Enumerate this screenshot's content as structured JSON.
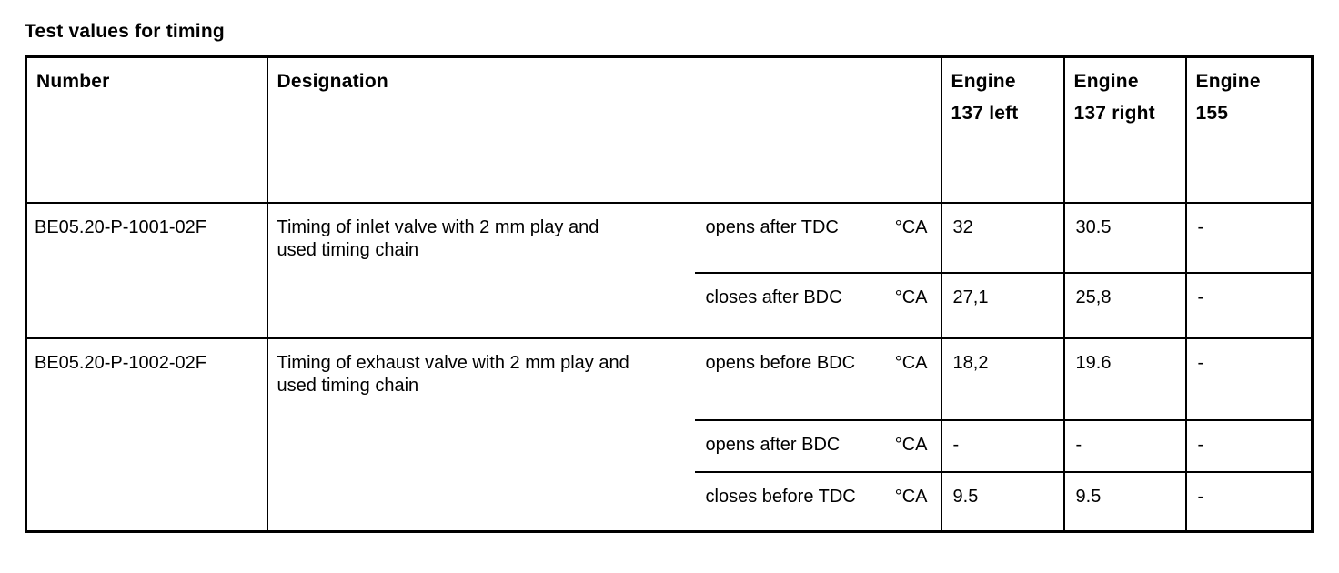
{
  "title": "Test values for timing",
  "table": {
    "headers": {
      "number": "Number",
      "designation": "Designation",
      "engine_137_left": "Engine\n137 left",
      "engine_137_right": "Engine\n137 right",
      "engine_155": "Engine\n155"
    },
    "rows": [
      {
        "number": "BE05.20-P-1001-02F",
        "designation": "Timing of inlet valve with 2 mm play and\nused timing chain",
        "entries": [
          {
            "condition": "opens after TDC",
            "unit": "°CA",
            "engine_137_left": "32",
            "engine_137_right": "30.5",
            "engine_155": "-"
          },
          {
            "condition": "closes after BDC",
            "unit": "°CA",
            "engine_137_left": "27,1",
            "engine_137_right": "25,8",
            "engine_155": "-"
          }
        ]
      },
      {
        "number": "BE05.20-P-1002-02F",
        "designation": "Timing of exhaust valve with 2 mm play and\nused timing chain",
        "entries": [
          {
            "condition": "opens before BDC",
            "unit": "°CA",
            "engine_137_left": "18,2",
            "engine_137_right": "19.6",
            "engine_155": "-"
          },
          {
            "condition": "opens after BDC",
            "unit": "°CA",
            "engine_137_left": "-",
            "engine_137_right": "-",
            "engine_155": "-"
          },
          {
            "condition": "closes before TDC",
            "unit": "°CA",
            "engine_137_left": "9.5",
            "engine_137_right": "9.5",
            "engine_155": "-"
          }
        ]
      }
    ]
  }
}
